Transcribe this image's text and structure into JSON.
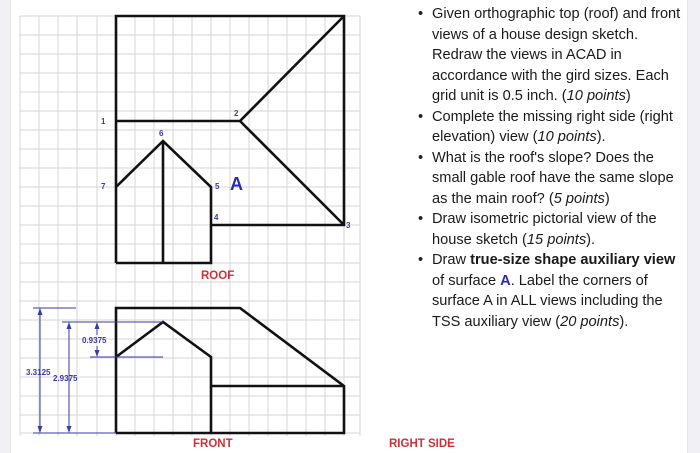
{
  "labels": {
    "roof": "ROOF",
    "front": "FRONT",
    "right_side": "RIGHT SIDE",
    "surface": "A"
  },
  "points": {
    "p1": "1",
    "p2": "2",
    "p3": "3",
    "p4": "4",
    "p5": "5",
    "p6": "6",
    "p7": "7"
  },
  "dimensions": {
    "overall_height": "3.3125",
    "eave_to_peak": "2.9375",
    "gable_rise": "0.9375"
  },
  "instructions": [
    {
      "text": "Given orthographic top (roof) and front views of a house design sketch. Redraw the views in ACAD in accordance with the gird sizes. Each grid unit is 0.5 inch. (",
      "points": "10 points",
      "tail": ")"
    },
    {
      "text": "Complete the missing right side (right elevation) view (",
      "points": "10 points",
      "tail": ")."
    },
    {
      "text": "What is the roof's slope? Does the small gable roof have the same slope as the main roof? (",
      "points": "5 points",
      "tail": ")"
    },
    {
      "text": "Draw isometric pictorial view of the house sketch (",
      "points": "15 points",
      "tail": ")."
    },
    {
      "bold": "true-size shape auxiliary view",
      "pre": "Draw ",
      "mid": " of surface ",
      "surface": "A",
      "post": ". Label the corners of surface A in ALL views including the TSS auxiliary view (",
      "points": "20 points",
      "tail": ")."
    }
  ],
  "colors": {
    "grid": "#d6d6d6",
    "outline": "#111111",
    "dimension": "#3a3aa8",
    "label_red": "#d0303a",
    "point_blue": "#3a3ab5"
  },
  "grid": {
    "unit_inch": "0.5"
  }
}
